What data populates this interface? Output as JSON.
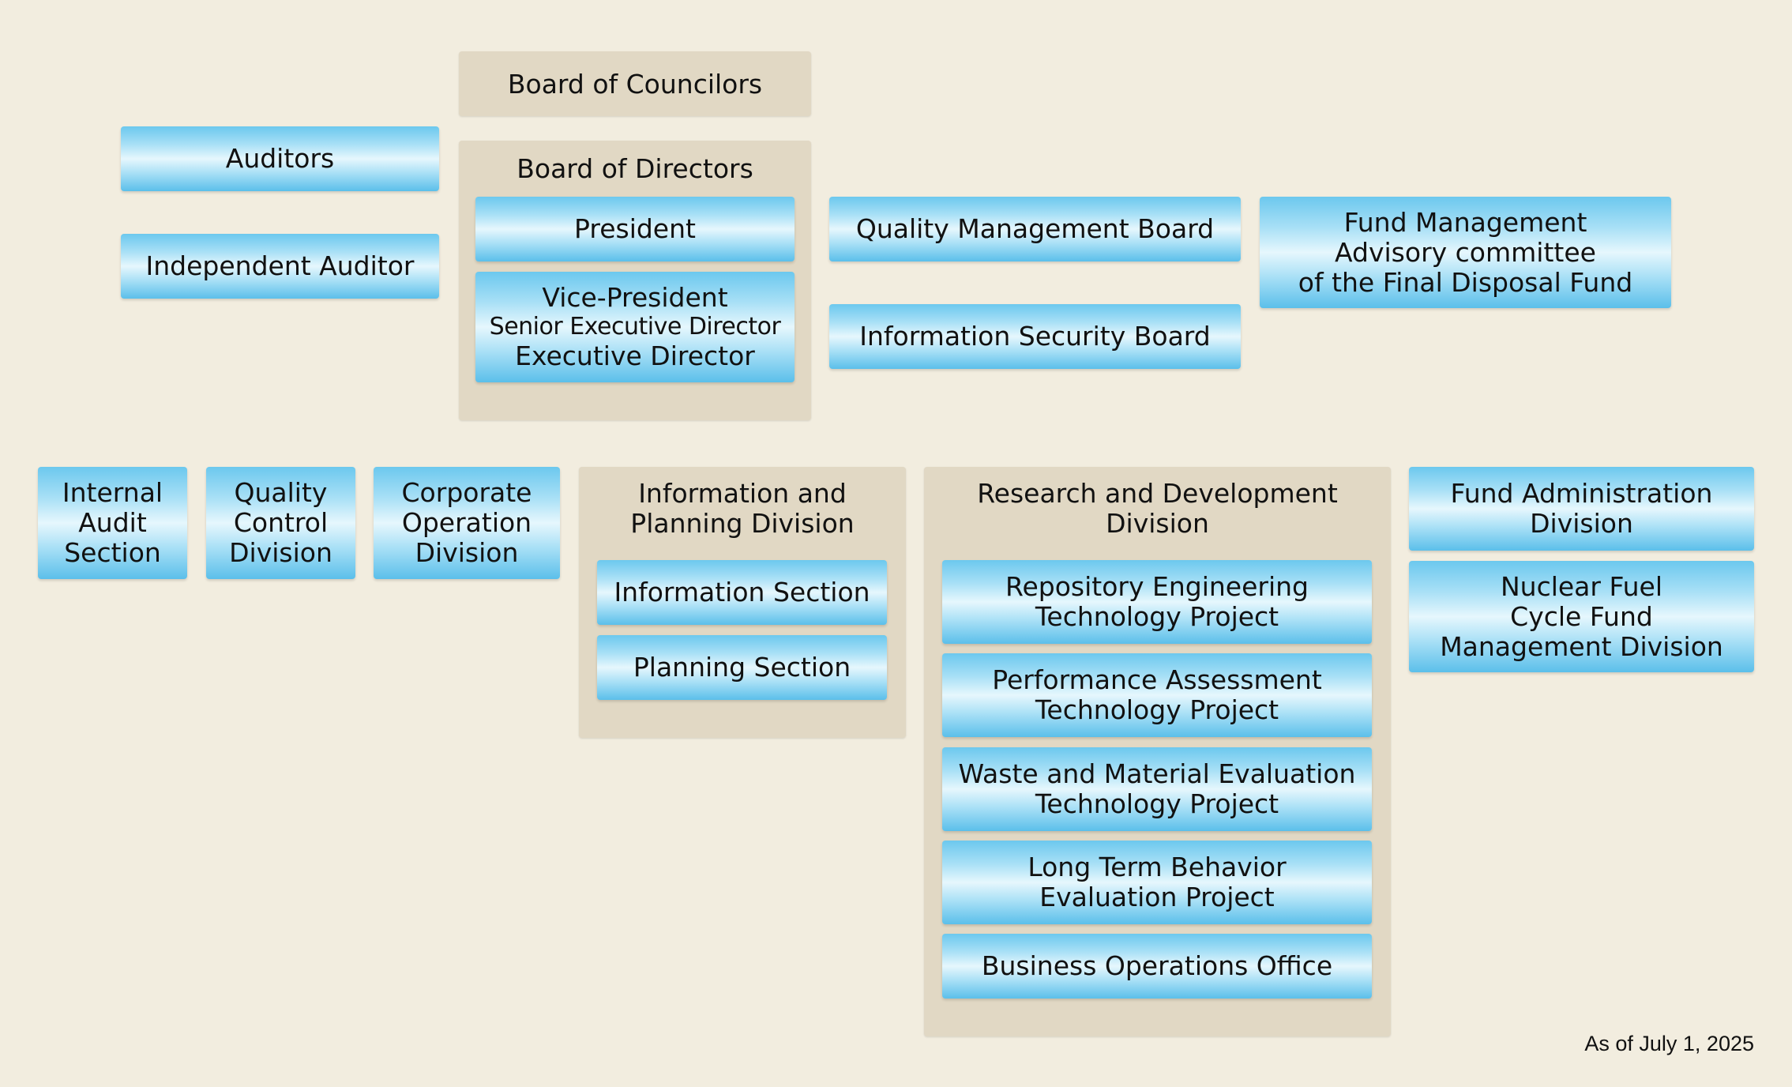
{
  "top": {
    "board_of_councilors": "Board of Councilors",
    "auditors": "Auditors",
    "independent_auditor": "Independent Auditor",
    "board_of_directors": {
      "title": "Board of Directors",
      "president": "President",
      "vice": [
        "Vice-President",
        "Senior Executive Director",
        "Executive Director"
      ]
    },
    "quality_management_board": "Quality Management Board",
    "information_security_board": "Information Security Board",
    "fund_management_committee": [
      "Fund Management",
      "Advisory committee",
      "of the Final Disposal Fund"
    ]
  },
  "divisions": {
    "internal_audit": [
      "Internal",
      "Audit",
      "Section"
    ],
    "quality_control": [
      "Quality",
      "Control",
      "Division"
    ],
    "corporate_operation": [
      "Corporate",
      "Operation",
      "Division"
    ],
    "info_planning": {
      "title": [
        "Information and",
        "Planning Division"
      ],
      "sections": [
        "Information Section",
        "Planning Section"
      ]
    },
    "rnd": {
      "title": [
        "Research and Development",
        "Division"
      ],
      "projects": [
        [
          "Repository Engineering",
          "Technology Project"
        ],
        [
          "Performance Assessment",
          "Technology Project"
        ],
        [
          "Waste and Material Evaluation",
          "Technology Project"
        ],
        [
          "Long Term Behavior",
          "Evaluation Project"
        ],
        [
          "Business Operations Office"
        ]
      ]
    },
    "fund_administration": [
      "Fund Administration",
      "Division"
    ],
    "nuclear_fuel_cycle": [
      "Nuclear Fuel",
      "Cycle Fund",
      "Management Division"
    ]
  },
  "as_of": "As of July 1, 2025"
}
